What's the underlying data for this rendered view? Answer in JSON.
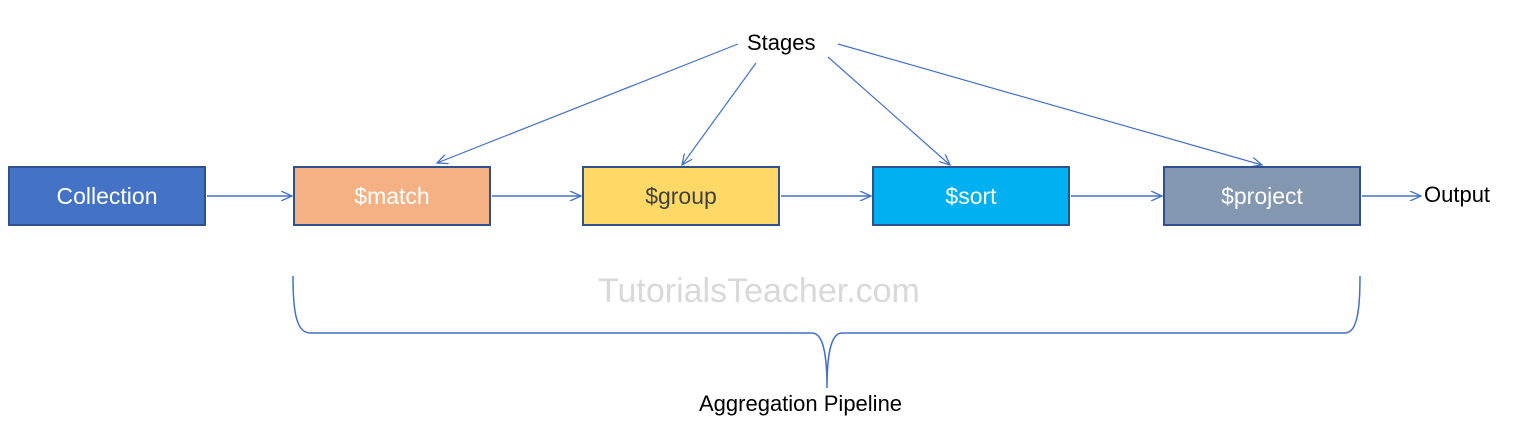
{
  "diagram": {
    "stages_label": "Stages",
    "source_label": "Collection",
    "stages": [
      {
        "label": "$match",
        "color": "#f4b183"
      },
      {
        "label": "$group",
        "color": "#ffd966"
      },
      {
        "label": "$sort",
        "color": "#00b0f0"
      },
      {
        "label": "$project",
        "color": "#8497b0"
      }
    ],
    "output_label": "Output",
    "brace_label": "Aggregation Pipeline",
    "watermark": "TutorialsTeacher.com",
    "colors": {
      "arrow": "#4472c4",
      "box_border": "#2f528f",
      "collection": "#4472c4"
    }
  }
}
